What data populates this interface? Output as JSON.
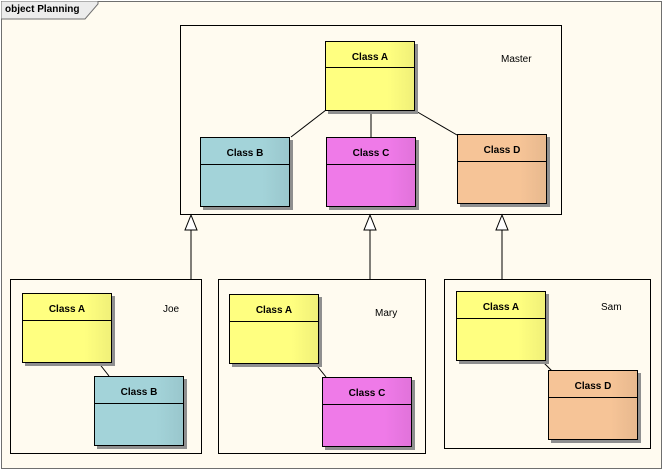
{
  "diagram": {
    "frame_label": "object Planning",
    "colors": {
      "yellow": "#ffff80",
      "blue": "#a3d3d9",
      "magenta": "#ef7ae8",
      "orange": "#f6c497",
      "background": "#fffbf0"
    },
    "packages": {
      "master": {
        "name": "Master"
      },
      "joe": {
        "name": "Joe"
      },
      "mary": {
        "name": "Mary"
      },
      "sam": {
        "name": "Sam"
      }
    },
    "classes": {
      "master_a": "Class A",
      "master_b": "Class B",
      "master_c": "Class C",
      "master_d": "Class D",
      "joe_a": "Class A",
      "joe_b": "Class B",
      "mary_a": "Class A",
      "mary_c": "Class C",
      "sam_a": "Class A",
      "sam_d": "Class D"
    }
  }
}
